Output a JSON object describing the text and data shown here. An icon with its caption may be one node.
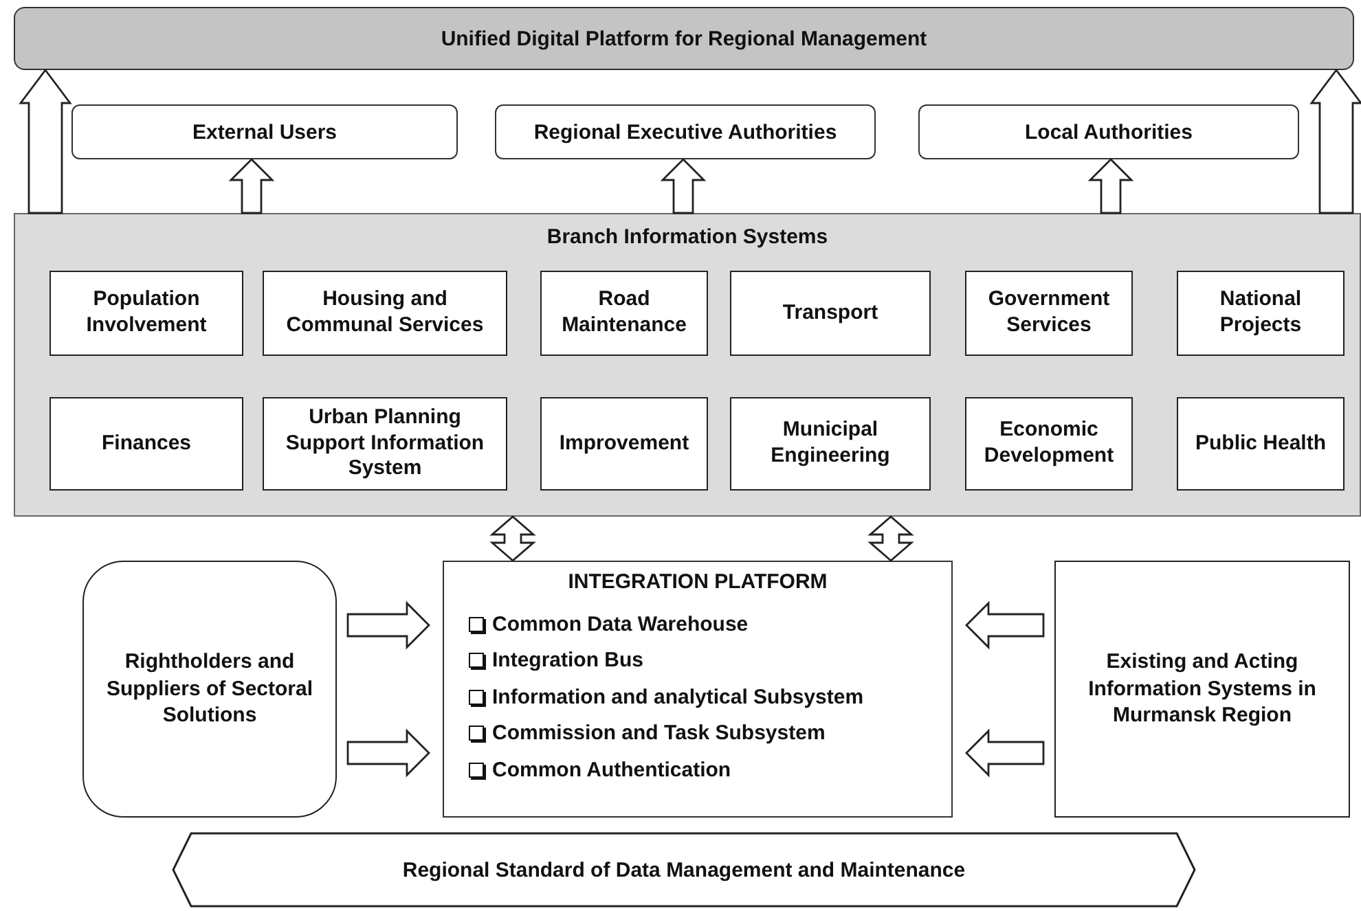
{
  "diagram": {
    "nodes": [
      {
        "text": [
          "Unified Digital Platform for Regional Management"
        ]
      },
      {
        "text": [
          "External Users"
        ]
      },
      {
        "text": [
          "Regional Executive Authorities"
        ]
      },
      {
        "text": [
          "Local Authorities"
        ]
      },
      {
        "text": [
          "Branch Information Systems"
        ]
      },
      {
        "text": [
          "Population Involvement"
        ],
        "in": 4
      },
      {
        "text": [
          "Housing and Communal Services"
        ],
        "in": 4
      },
      {
        "text": [
          "Road Maintenance"
        ],
        "in": 4
      },
      {
        "text": [
          "Transport"
        ],
        "in": 4
      },
      {
        "text": [
          "Government Services"
        ],
        "in": 4
      },
      {
        "text": [
          "National Projects"
        ],
        "in": 4
      },
      {
        "text": [
          "Finances"
        ],
        "in": 4
      },
      {
        "text": [
          "Urban Planning Support Information System"
        ],
        "in": 4
      },
      {
        "text": [
          "Improvement"
        ],
        "in": 4
      },
      {
        "text": [
          "Municipal Engineering"
        ],
        "in": 4
      },
      {
        "text": [
          "Economic Development"
        ],
        "in": 4
      },
      {
        "text": [
          "Public Health"
        ],
        "in": 4
      },
      {
        "text": [
          "Rightholders and Suppliers of Sectoral Solutions"
        ]
      },
      {
        "text": [
          "INTEGRATION PLATFORM",
          "Common Data Warehouse",
          "Integration Bus",
          "Information and analytical Subsystem",
          "Commission and Task Subsystem",
          "Common Authentication"
        ]
      },
      {
        "text": [
          "Existing and Acting Information Systems in Murmansk Region"
        ]
      },
      {
        "text": [
          "Regional Standard of Data Management and Maintenance"
        ]
      }
    ],
    "edges": [
      {
        "from": 4,
        "to": 0,
        "arrow": "to"
      },
      {
        "from": 4,
        "to": 0,
        "arrow": "to"
      },
      {
        "from": 4,
        "to": 1,
        "arrow": "to"
      },
      {
        "from": 4,
        "to": 2,
        "arrow": "to"
      },
      {
        "from": 4,
        "to": 3,
        "arrow": "to"
      },
      {
        "from": 4,
        "to": 18,
        "arrow": "both"
      },
      {
        "from": 4,
        "to": 18,
        "arrow": "both"
      },
      {
        "from": 17,
        "to": 18,
        "arrow": "to"
      },
      {
        "from": 17,
        "to": 18,
        "arrow": "to"
      },
      {
        "from": 19,
        "to": 18,
        "arrow": "to"
      },
      {
        "from": 19,
        "to": 18,
        "arrow": "to"
      }
    ]
  }
}
